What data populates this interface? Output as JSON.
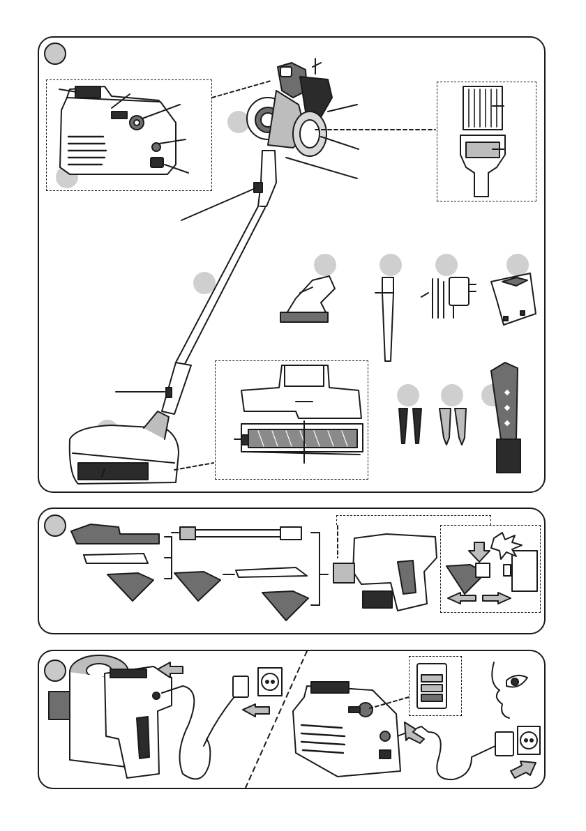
{
  "colors": {
    "stroke": "#1a1a1a",
    "badge_fill": "#c9c9c9",
    "dot_fill": "#cfcfcf",
    "body_grey": "#6e6e6e",
    "light_grey": "#bdbdbd",
    "dark": "#2b2b2b"
  },
  "panels": [
    {
      "id": "overview",
      "badge": "overview-badge"
    },
    {
      "id": "assembly",
      "badge": "assembly-badge"
    },
    {
      "id": "charging",
      "badge": "charging-badge"
    }
  ],
  "icons": [
    "vacuum-icon",
    "motor-head-icon",
    "filter-icon",
    "brush-tool-icon",
    "crevice-tool-icon",
    "charger-icon",
    "wall-mount-icon",
    "screw-icon",
    "wall-plug-icon",
    "cleaning-brush-icon",
    "floor-head-icon",
    "wall-socket-icon",
    "eye-icon",
    "battery-indicator-icon",
    "arrow-icon",
    "click-burst-icon"
  ]
}
